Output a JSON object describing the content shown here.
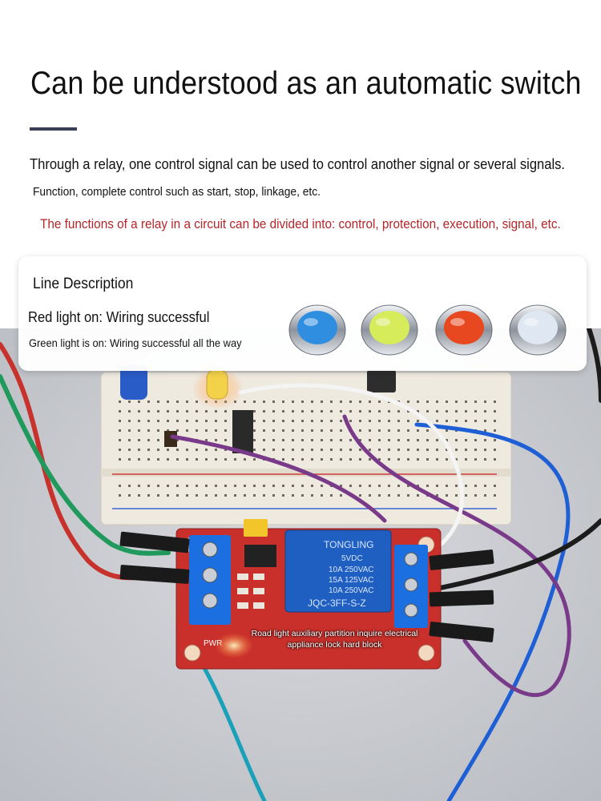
{
  "header": {
    "title": "Can be understood as an automatic switch",
    "line1": "Through a relay, one control signal can be used to control another signal or several signals.",
    "line2": "Function, complete control such as start, stop, linkage, etc.",
    "line3": "The functions of a relay in a circuit can be divided into: control, protection, execution, signal, etc."
  },
  "card": {
    "title": "Line Description",
    "red_light": "Red light on: Wiring successful",
    "green_light": "Green light is on: Wiring successful all the way",
    "light_colors": [
      "#2f8ee0",
      "#d6ec5a",
      "#e8481f",
      "#dfe8f2"
    ]
  },
  "photo": {
    "relay_brand": "TONGLING",
    "relay_spec_1": "5VDC",
    "relay_spec_2": "10A 250VAC",
    "relay_spec_3": "15A 125VAC",
    "relay_spec_4": "10A 250VAC",
    "relay_model": "JQC-3FF-S-Z",
    "board_label": "PWR",
    "overlay_caption": "Road light auxiliary partition inquire electrical appliance lock hard block",
    "colors": {
      "board": "#c9302b",
      "relay": "#1f5fc2",
      "terminal": "#1b6fe0",
      "breadboard": "#efeae0"
    }
  }
}
